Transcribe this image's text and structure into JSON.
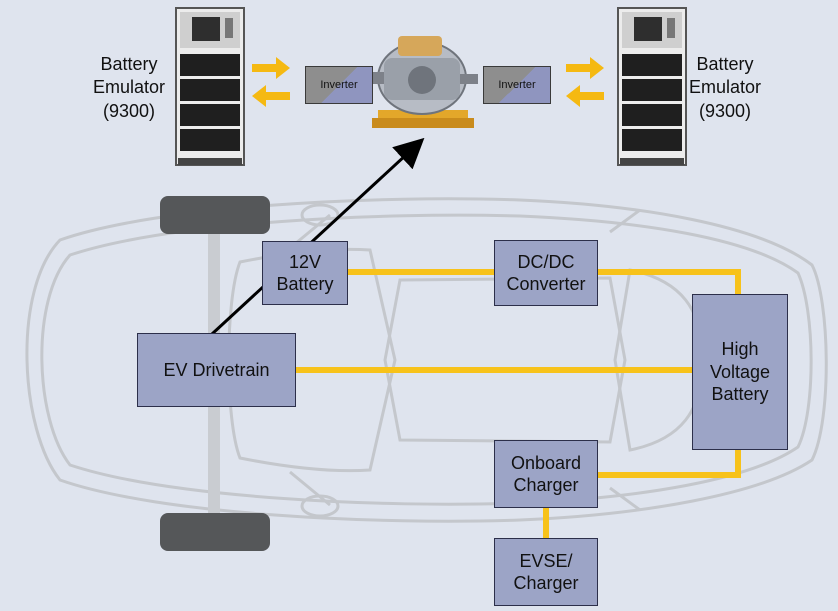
{
  "colors": {
    "background": "#dfe4ee",
    "component_fill": "#9ca4c6",
    "wire": "#f7c21a",
    "flow_arrow": "#f5b912",
    "car_outline": "#c4c7cc",
    "wheel": "#555759"
  },
  "emulators": {
    "left": {
      "label": "Battery\nEmulator\n(9300)"
    },
    "right": {
      "label": "Battery\nEmulator\n(9300)"
    }
  },
  "inverters": {
    "left": "Inverter",
    "right": "Inverter"
  },
  "components": {
    "battery_12v": "12V\nBattery",
    "dcdc": "DC/DC\nConverter",
    "drivetrain": "EV Drivetrain",
    "hv_battery": "High\nVoltage\nBattery",
    "onboard_charger": "Onboard\nCharger",
    "evse": "EVSE/\nCharger"
  },
  "icons": [
    "battery-emulator-cabinet-icon",
    "electric-motor-icon",
    "car-outline-icon",
    "wheel-icon"
  ]
}
